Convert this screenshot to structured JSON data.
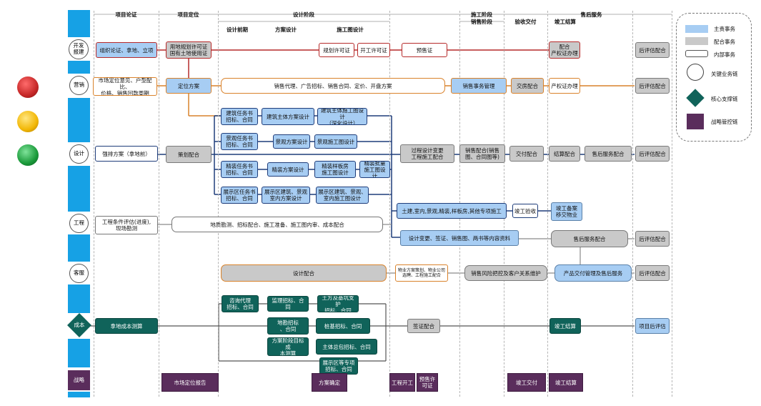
{
  "phases": {
    "p1": "项目论证",
    "p2": "项目定位",
    "p3": "设计阶段",
    "p3_sub": [
      "设计前期",
      "方案设计",
      "施工图设计"
    ],
    "p4": "施工阶段",
    "p4_sub": "销售阶段",
    "p5": "验收交付",
    "p6": "竣工结算",
    "p7": "售后服务"
  },
  "roles": {
    "kaifa": "开发\n报建",
    "yingxiao": "营销",
    "sheji": "设计",
    "gongcheng": "工程",
    "kefu": "客服",
    "chengben": "成本",
    "zhanlue": "战略"
  },
  "boxes": {
    "zuzhi": "组织论证、拿地、立项",
    "yongdi": "用地规划许可证\n国有土地使用证",
    "guihua": "规划许可证",
    "kaigong": "开工许可证",
    "yushou": "预售证",
    "chanquan_peihe": "配合\n产权证办理",
    "houpinggu1": "后评估配合",
    "shichang_dingwei_yijian": "市场定位意见、户型配比、\n价格、销售回款周期",
    "dingwei_fangan": "定位方案",
    "xiaoshou_daili": "销售代理、广告招标、销售合同、定价、开盘方案",
    "xiaoshou_shiwu": "销售事务管理",
    "jiaofang_peihe": "交房配合",
    "chanquan_banli": "产权证办理",
    "houpinggu2": "后评估配合",
    "jz_renwushu": "建筑任务书\n招标、合同",
    "jz_fangan": "建筑主体方案设计",
    "jz_shigongtu": "建筑主体施工图设计\n（深化设计）",
    "jg_renwushu": "景观任务书\n招标、合同",
    "jg_fangan": "景观方案设计",
    "jg_shigongtu": "景观施工图设计",
    "jz2_renwushu": "精装任务书\n招标、合同",
    "jz2_fangan": "精装方案设计",
    "jz2_yangbanfang": "精装样板房\n施工图设计",
    "jz2_piliang": "精装批量\n施工图设计",
    "zs_renwushu": "展示区任务书\n招标、合同",
    "zs_fangan": "展示区建筑、景观\n室内方案设计",
    "zs_shigongtu": "展示区建筑、景观、\n室内施工图设计",
    "qiangpai_fangan": "强排方案（拿地前）",
    "cehua_peihe": "策划配合",
    "guocheng_biangeng": "过程设计变更\n工程施工配合",
    "xiaoshou_peihe": "销售配合(销售\n图、合同图等)",
    "jiaofu_peihe": "交付配合",
    "jiesuan_peihe": "结算配合",
    "shouhou_fuwu_peihe": "售后服务配合",
    "houpinggu3": "后评估配合",
    "tujian_shigong": "土建,室内,景观,精装,样板房,其他专项施工",
    "jungong_yanshou": "竣工验收",
    "jungong_bei'an": "竣工备案\n移交物业",
    "gongcheng_pinggu": "工程条件评估(进度),\n现场勘测",
    "dizhi_kance": "地质勘测、招标配合、施工准备、施工图内审、成本配合",
    "sheji_biangeng": "设计变更、签证、销售图、两书等内容资料",
    "shouhou_fuwu_peihe2": "售后服务配合",
    "houpinggu4": "后评估配合",
    "sheji_peihe": "设计配合",
    "wuye_fangan": "物业方案策划、物业公司\n选聘、工程施工配合",
    "xiaoshou_fengxian": "销售风险把控及客户关系维护",
    "chanpin_jiaofu": "产品交付管理及售后服务",
    "houpinggu5": "后评估配合",
    "zixun_daili": "咨询代理\n招标、合同",
    "jianli_zhaobiao": "监理招标、合同",
    "tufang_jikeng": "土方及基坑支护\n招标、合同",
    "kancha_zhaobiao": "地勘招标\n、合同",
    "zhuangji_zhaobiao": "桩基招标、合同",
    "fangan_jieduan": "方案阶段目标成\n本测算",
    "zhuti_zongbao": "主体总包招标、合同",
    "zhanshiqu_zhuanxiang": "展示区等专项\n招标、合同",
    "nadi_chengben": "拿地成本测算",
    "qianzheng_peihe": "签证配合",
    "jungong_jiesuan": "竣工结算",
    "xiangmu_houpinggu": "项目后评估",
    "shichang_dingwei_baogao": "市场定位报告",
    "fangan_queding": "方案确定",
    "gongcheng_kaigong": "工程开工",
    "yushou_xuke": "预售许\n可证",
    "jungong_jiaofu": "竣工交付",
    "jungong_jiesuan2": "竣工结算"
  },
  "legend": {
    "main": "主责事务",
    "assist": "配合事务",
    "internal": "内部事务",
    "key_chain": "关键业务链",
    "core_chain": "核心支撑链",
    "strategy_chain": "战略管控链"
  },
  "colors": {
    "blue_fill": "#a7cdf3",
    "gray_fill": "#c9c9c9",
    "teal_fill": "#10635a",
    "purple_fill": "#5a2d5c",
    "side_bar": "#16a1e5",
    "red_line": "#b62a2a",
    "orange_line": "#d9822b",
    "navy_line": "#1f3d7a",
    "gray_line": "#8a8a8a",
    "light_red": "#c62828",
    "light_yellow": "#f2b705",
    "light_green": "#1a9a3a"
  }
}
